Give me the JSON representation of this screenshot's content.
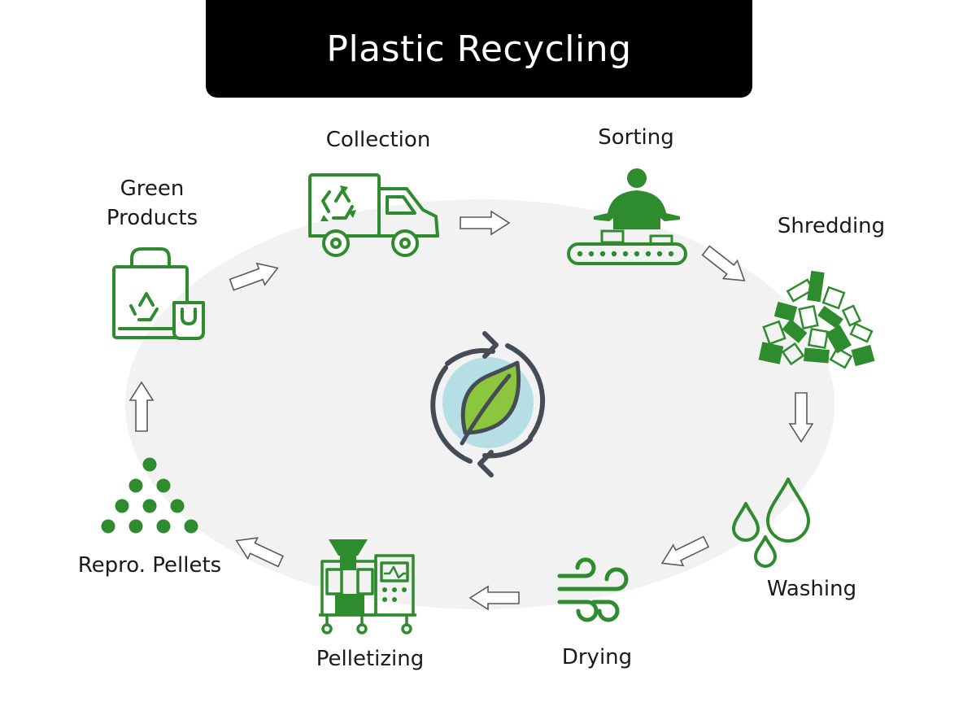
{
  "title": "Plastic Recycling",
  "colors": {
    "title_bg": "#000000",
    "title_text": "#ffffff",
    "icon_green": "#2e8b2e",
    "ellipse_fill": "#f2f2f2",
    "center_ring": "#464c55",
    "center_circle": "#b5dfe4",
    "center_leaf": "#8cc63f"
  },
  "steps": [
    {
      "id": "collection",
      "label": "Collection",
      "icon": "recycling-truck-icon"
    },
    {
      "id": "sorting",
      "label": "Sorting",
      "icon": "conveyor-sorting-icon"
    },
    {
      "id": "shredding",
      "label": "Shredding",
      "icon": "shredded-plastic-icon"
    },
    {
      "id": "washing",
      "label": "Washing",
      "icon": "water-drops-icon"
    },
    {
      "id": "drying",
      "label": "Drying",
      "icon": "wind-icon"
    },
    {
      "id": "pelletizing",
      "label": "Pelletizing",
      "icon": "pelletizing-machine-icon"
    },
    {
      "id": "repro_pellets",
      "label": "Repro. Pellets",
      "icon": "pellet-pile-icon"
    },
    {
      "id": "green_products",
      "label_line1": "Green",
      "label_line2": "Products",
      "icon": "recycled-bag-icon"
    }
  ],
  "center_icon": "eco-cycle-leaf-icon"
}
